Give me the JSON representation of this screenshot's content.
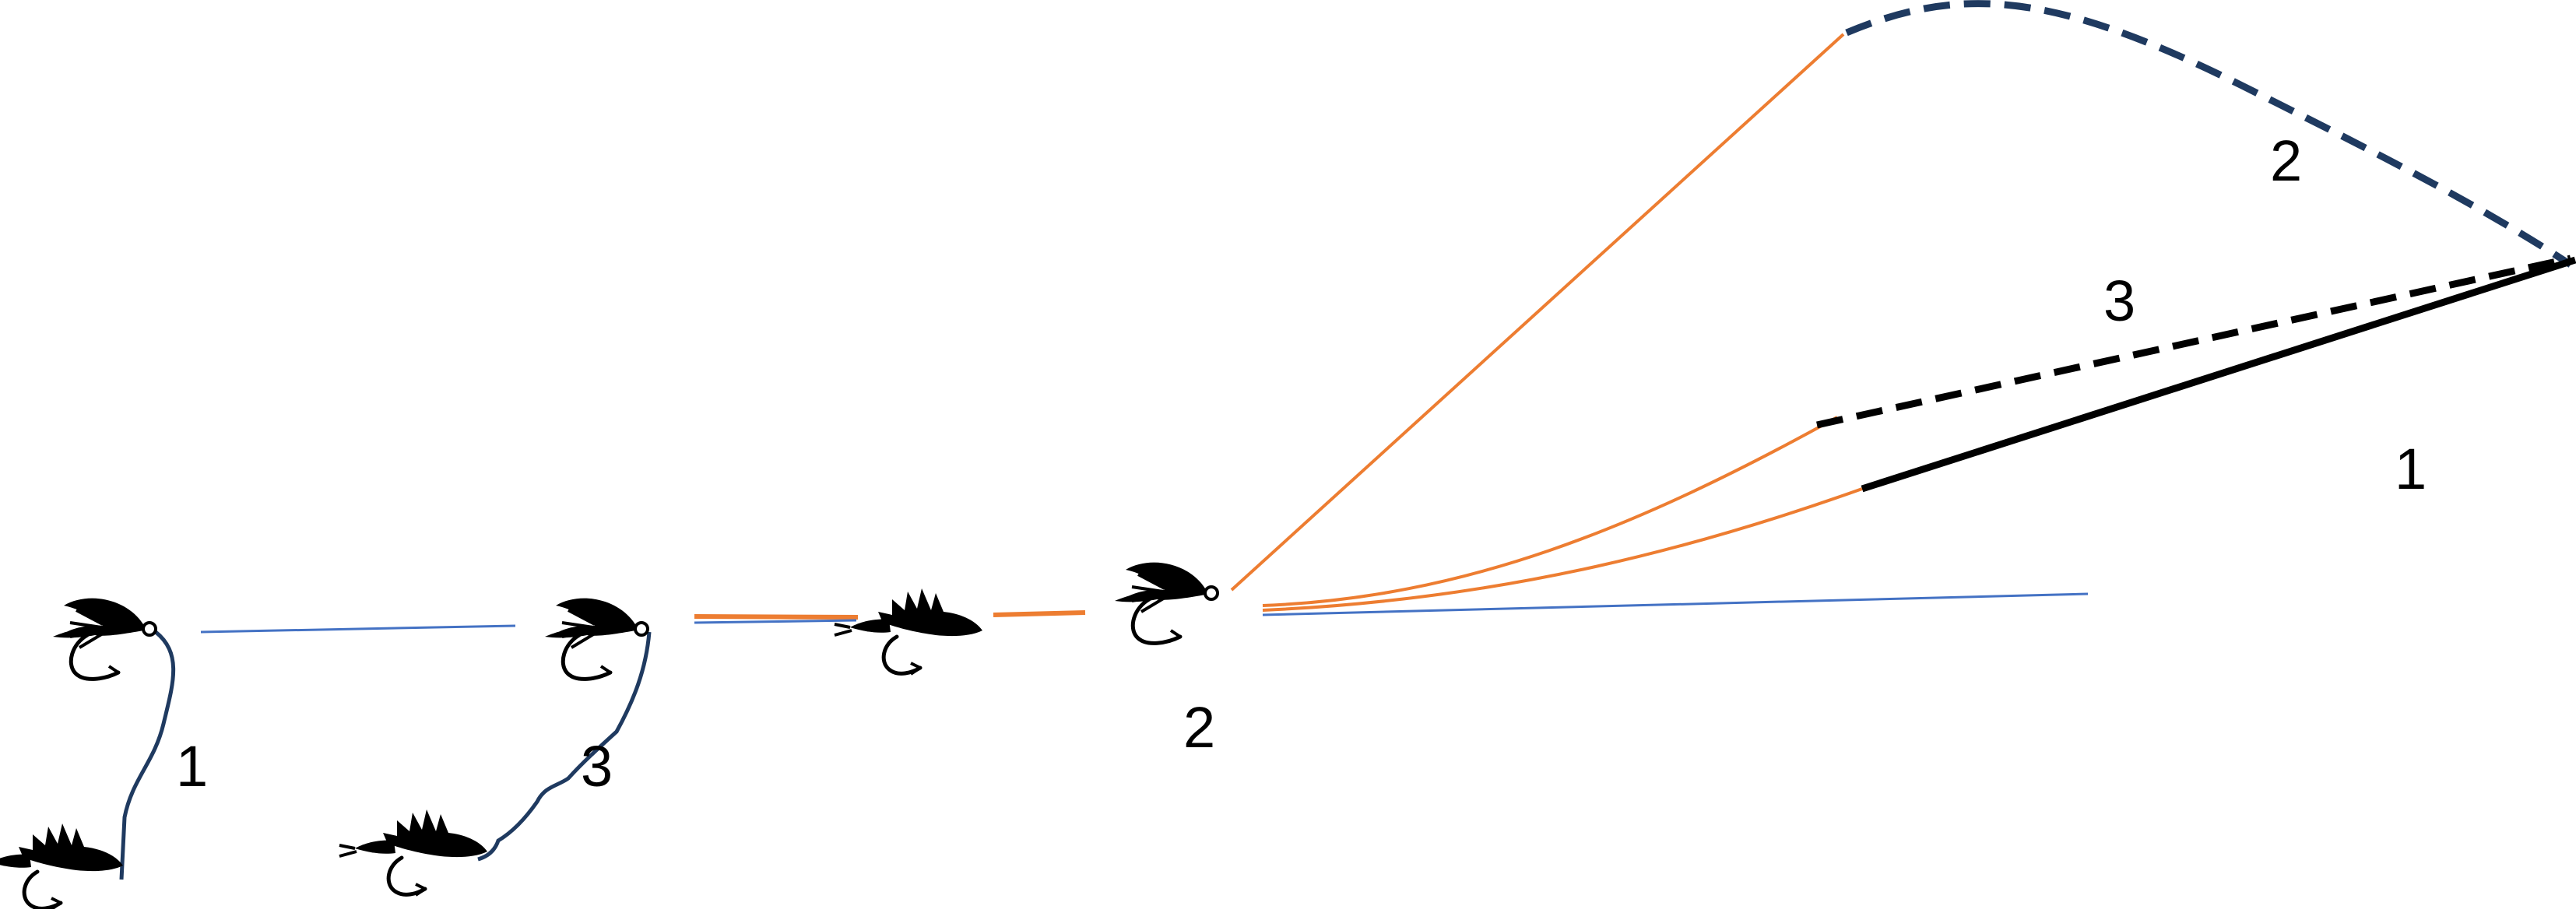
{
  "labels": {
    "dropper_1": "1",
    "dropper_3": "3",
    "center_2": "2",
    "rod_2": "2",
    "rod_3": "3",
    "rod_1": "1"
  },
  "colors": {
    "tippet_blue": "#4472C4",
    "leader_orange": "#ED7D31",
    "dropper_navy": "#1F3A60",
    "rod_black": "#000000"
  },
  "icons": [
    "dry-fly-icon",
    "nymph-fly-icon",
    "hook-icon"
  ]
}
